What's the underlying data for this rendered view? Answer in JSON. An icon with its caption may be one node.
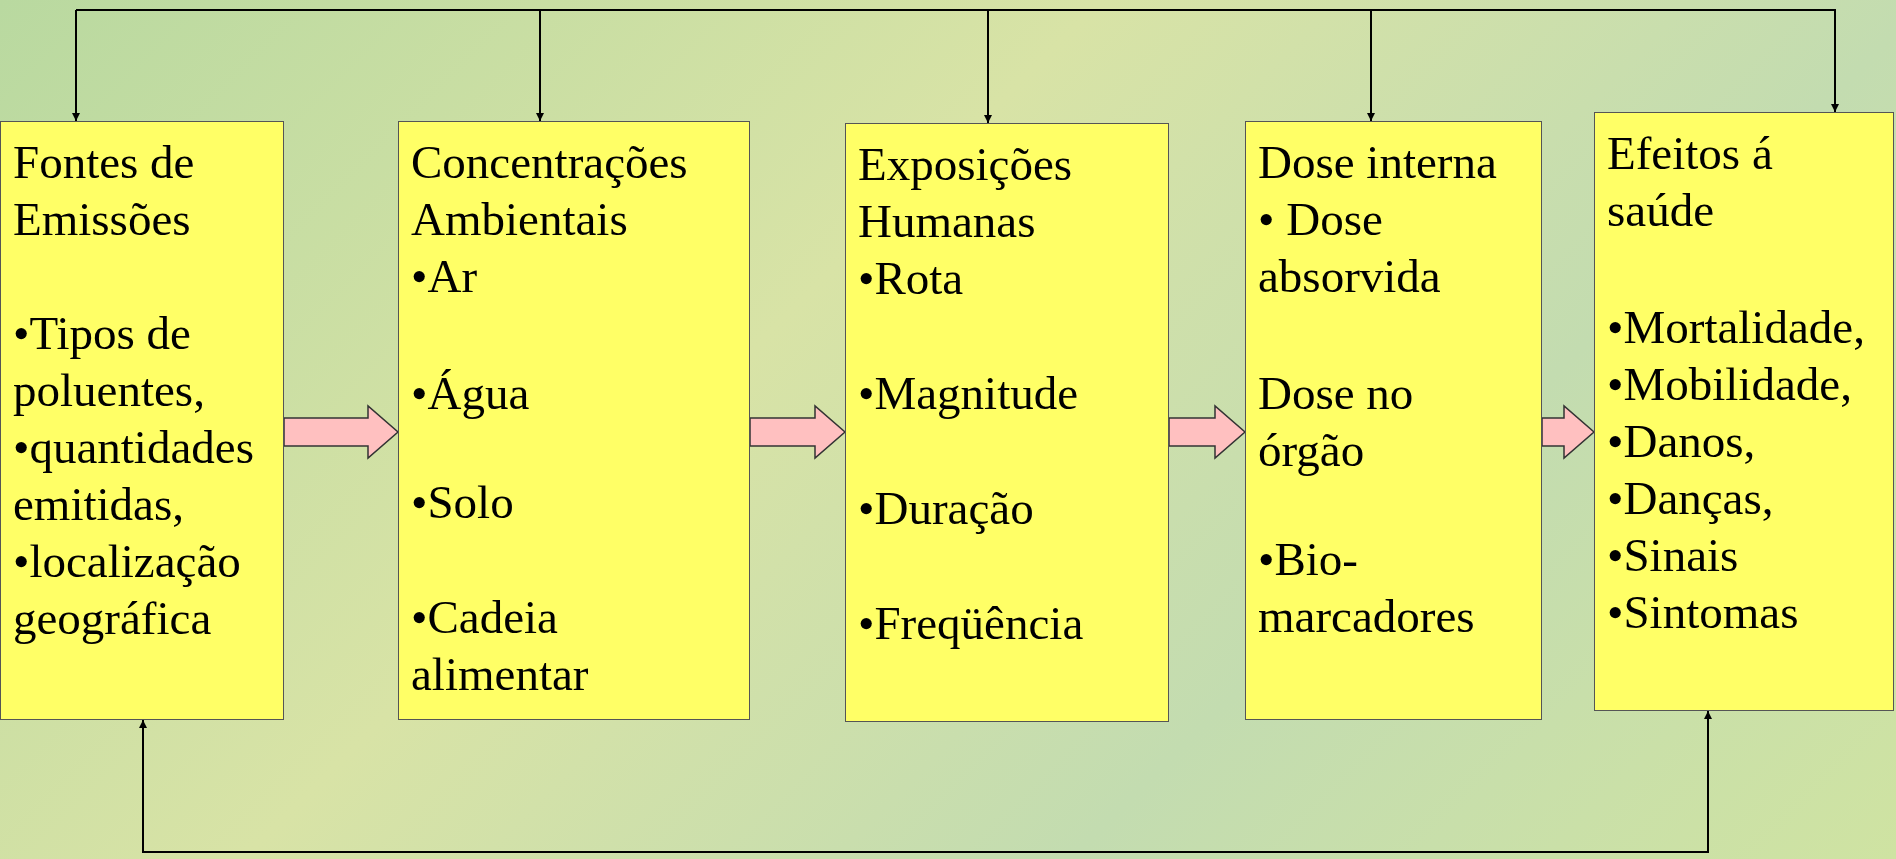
{
  "diagram": {
    "nodes": [
      {
        "text": [
          "Fontes de Emissões",
          "•Tipos de poluentes,",
          "•quantidades emitidas,",
          "•localização geográfica"
        ]
      },
      {
        "text": [
          "Concentrações Ambientais",
          "•Ar",
          "•Água",
          "•Solo",
          "•Cadeia alimentar"
        ]
      },
      {
        "text": [
          "Exposições Humanas",
          "•Rota",
          "•Magnitude",
          "•Duração",
          "•Freqüência"
        ]
      },
      {
        "text": [
          "Dose interna",
          "• Dose absorvida",
          "Dose no órgão",
          "•Bio-marcadores"
        ]
      },
      {
        "text": [
          "Efeitos á saúde",
          "•Mortalidade,",
          "•Mobilidade,",
          "•Danos,",
          "•Danças,",
          "•Sinais",
          "•Sintomas"
        ]
      }
    ],
    "edges": [
      {
        "from": 0,
        "to": 1,
        "arrow": "to",
        "style": "thick",
        "color": "#ffc0c0"
      },
      {
        "from": 1,
        "to": 2,
        "arrow": "to",
        "style": "thick",
        "color": "#ffc0c0"
      },
      {
        "from": 2,
        "to": 3,
        "arrow": "to",
        "style": "thick",
        "color": "#ffc0c0"
      },
      {
        "from": 3,
        "to": 4,
        "arrow": "to",
        "style": "thick",
        "color": "#ffc0c0"
      },
      {
        "from": null,
        "to": 0,
        "arrow": "to"
      },
      {
        "from": null,
        "to": 1,
        "arrow": "to"
      },
      {
        "from": null,
        "to": 2,
        "arrow": "to"
      },
      {
        "from": null,
        "to": 3,
        "arrow": "to"
      },
      {
        "from": null,
        "to": 4,
        "arrow": "to"
      },
      {
        "from": 0,
        "to": 4,
        "arrow": "both"
      }
    ]
  }
}
